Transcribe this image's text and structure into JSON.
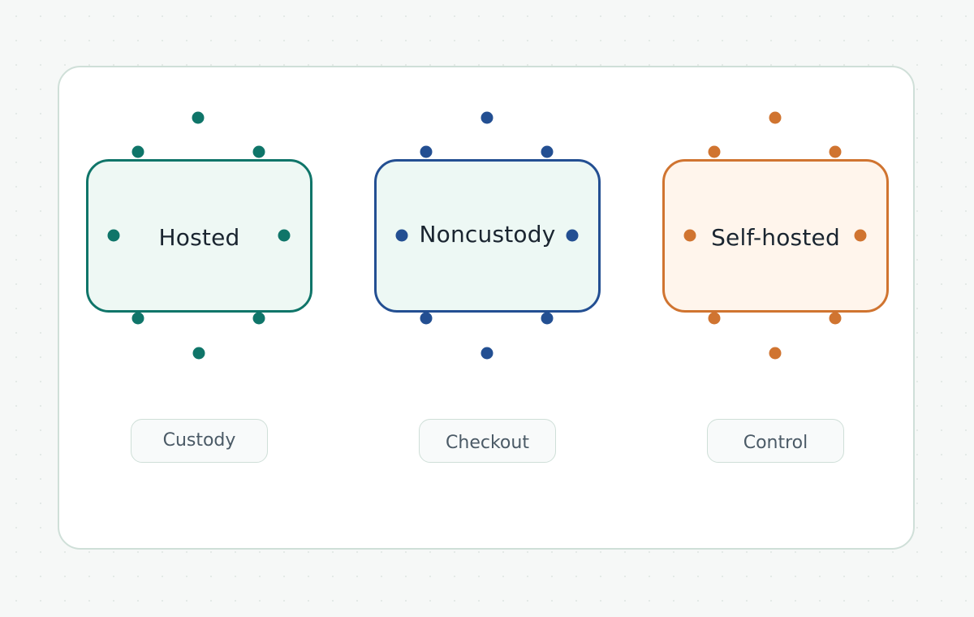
{
  "nodes": [
    {
      "id": "hosted",
      "label": "Hosted",
      "stroke": "#0f7569",
      "fill": "#eef8f4"
    },
    {
      "id": "noncustody",
      "label": "Noncustody",
      "stroke": "#234f92",
      "fill": "#edf8f4"
    },
    {
      "id": "self-hosted",
      "label": "Self-hosted",
      "stroke": "#d07430",
      "fill": "#fff5ec"
    }
  ],
  "captions": [
    {
      "id": "custody",
      "label": "Custody"
    },
    {
      "id": "checkout",
      "label": "Checkout"
    },
    {
      "id": "control",
      "label": "Control"
    }
  ],
  "colors": {
    "background": "#f6f8f7",
    "panel": "#ffffff",
    "panel_border": "#cfdfd8",
    "text": "#1a2530",
    "caption_text": "#4b5a66"
  }
}
